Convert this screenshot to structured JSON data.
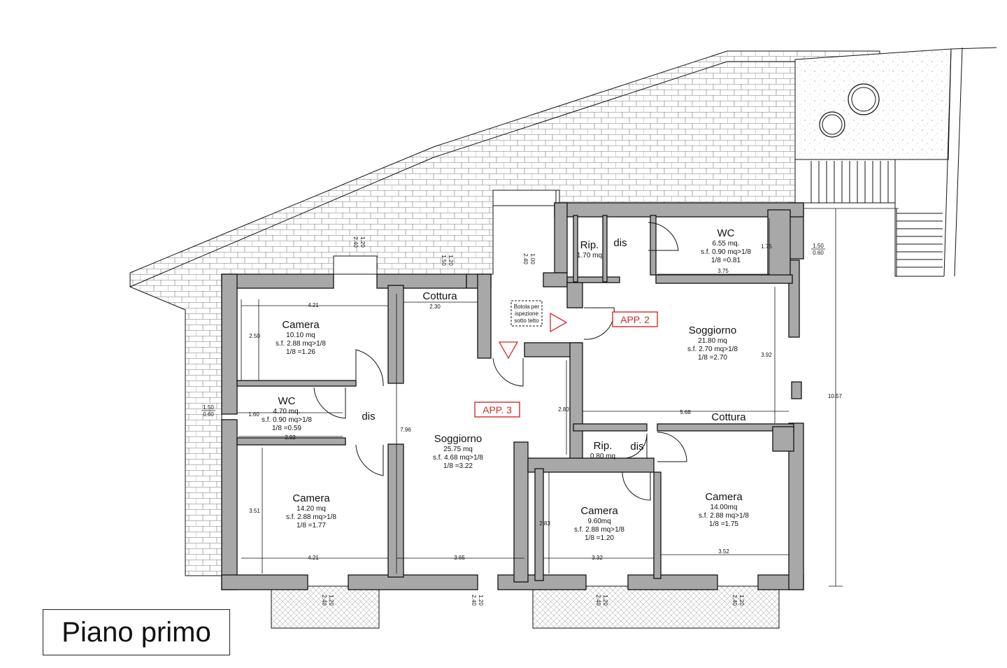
{
  "title": "Piano primo",
  "apartments": [
    {
      "label": "APP. 2"
    },
    {
      "label": "APP. 3"
    }
  ],
  "rooms": [
    {
      "name": "Camera",
      "lines": [
        "10.10 mq",
        "s.f. 2.88 mq>1/8",
        "1/8 =1.26"
      ]
    },
    {
      "name": "WC",
      "lines": [
        "4.70 mq.",
        "s.f. 0.90 mq>1/8",
        "1/8 =0.59"
      ]
    },
    {
      "name": "dis",
      "lines": []
    },
    {
      "name": "Camera",
      "lines": [
        "14.20 mq",
        "s.f. 2.88 mq>1/8",
        "1/8 =1.77"
      ]
    },
    {
      "name": "Cottura",
      "lines": []
    },
    {
      "name": "Soggiorno",
      "lines": [
        "25.75 mq",
        "s.f. 4.68 mq>1/8",
        "1/8 =3.22"
      ]
    },
    {
      "name": "Rip.",
      "lines": [
        "1.70 mq"
      ]
    },
    {
      "name": "dis",
      "lines": []
    },
    {
      "name": "WC",
      "lines": [
        "6.55 mq.",
        "s.f. 0.90 mq>1/8",
        "1/8 =0.81"
      ]
    },
    {
      "name": "Soggiorno",
      "lines": [
        "21.80 mq",
        "s.f. 2.70 mq>1/8",
        "1/8 =2.70"
      ]
    },
    {
      "name": "Cottura",
      "lines": []
    },
    {
      "name": "Rip.",
      "lines": [
        "0.80 mq"
      ]
    },
    {
      "name": "dis",
      "lines": []
    },
    {
      "name": "Camera",
      "lines": [
        "9.60mq",
        "s.f. 2.88 mq>1/8",
        "1/8 =1.20"
      ]
    },
    {
      "name": "Camera",
      "lines": [
        "14.00mq",
        "s.f. 2.88 mq>1/8",
        "1/8 =1.75"
      ]
    }
  ],
  "hatch_note": [
    "Botola per",
    "ispezione",
    "sotto tetto"
  ],
  "dimensions": [
    "4.21",
    "2.50",
    "1.60",
    "2.92",
    "3.51",
    "4.21",
    "2.30",
    "7.96",
    "3.65",
    "2.80",
    "1.75",
    "3.75",
    "3.92",
    "5.68",
    "2.83",
    "3.32",
    "3.52",
    "10.57"
  ],
  "openings": [
    {
      "a": "1.50",
      "b": "0.60"
    },
    {
      "a": "2.40",
      "b": "1.20"
    },
    {
      "a": "1.50",
      "b": "1.20"
    },
    {
      "a": "2.40",
      "b": "1.00"
    },
    {
      "a": "1.50",
      "b": "0.60"
    },
    {
      "a": "2.40",
      "b": "1.20"
    },
    {
      "a": "2.40",
      "b": "1.20"
    },
    {
      "a": "2.40",
      "b": "1.20"
    },
    {
      "a": "2.40",
      "b": "1.20"
    }
  ]
}
